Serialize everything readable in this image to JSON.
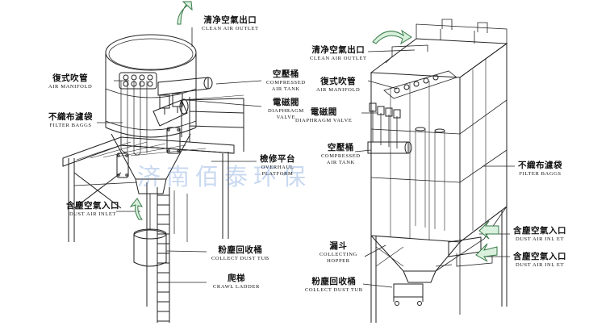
{
  "watermark": "济南佰泰环保",
  "colors": {
    "line": "#222222",
    "arrow_fill": "#d9f0dd",
    "arrow_stroke": "#3a7a4a",
    "watermark": "#5a8cd2"
  },
  "left_unit": {
    "clean_air_outlet": {
      "zh": "清净空氣出口",
      "en": "CLEAN AIR OUTLET"
    },
    "air_manifold": {
      "zh": "復式吹管",
      "en": "AIR MANIFOLD"
    },
    "compressed_air_tank": {
      "zh": "空壓桶",
      "en1": "COMPRESSED",
      "en2": "AIR TANK"
    },
    "diaphragm_valve": {
      "zh": "電磁閥",
      "en1": "DIAPHRAGM",
      "en2": "VALVE"
    },
    "filter_baggs": {
      "zh": "不織布濾袋",
      "en": "FILTER BAGGS"
    },
    "overhaul_platform": {
      "zh": "檢修平台",
      "en1": "OVERHAUL",
      "en2": "PLATFORM"
    },
    "dust_air_inlet": {
      "zh": "含塵空氣入口",
      "en": "DUST AIR INLET"
    },
    "collect_dust_tub": {
      "zh": "粉塵回收桶",
      "en": "COLLECT DUST TUB"
    },
    "crawl_ladder": {
      "zh": "爬梯",
      "en": "CRAWL LADDER"
    }
  },
  "right_unit": {
    "clean_air_outlet": {
      "zh": "清净空氣出口",
      "en": "CLEAN AIR OUTLET"
    },
    "air_manifold": {
      "zh": "復式吹管",
      "en": "AIR MANIFOLD"
    },
    "diaphragm_valve": {
      "zh": "電磁閥",
      "en": "DIAPHRAGM VALVE"
    },
    "compressed_air_tank": {
      "zh": "空壓桶",
      "en1": "COMPRESSED",
      "en2": "AIR TANK"
    },
    "filter_baggs": {
      "zh": "不織布濾袋",
      "en": "FILTER BAGGS"
    },
    "dust_air_inlet_1": {
      "zh": "含塵空氣入口",
      "en": "DUST AIR INL ET"
    },
    "dust_air_inlet_2": {
      "zh": "含塵空氣入口",
      "en": "DUST AIR INL ET"
    },
    "collecting_hopper": {
      "zh": "漏斗",
      "en1": "COLLECTING",
      "en2": "HOPPER"
    },
    "collect_dust_tub": {
      "zh": "粉塵回收桶",
      "en": "COLLECT DUST TUB"
    }
  }
}
